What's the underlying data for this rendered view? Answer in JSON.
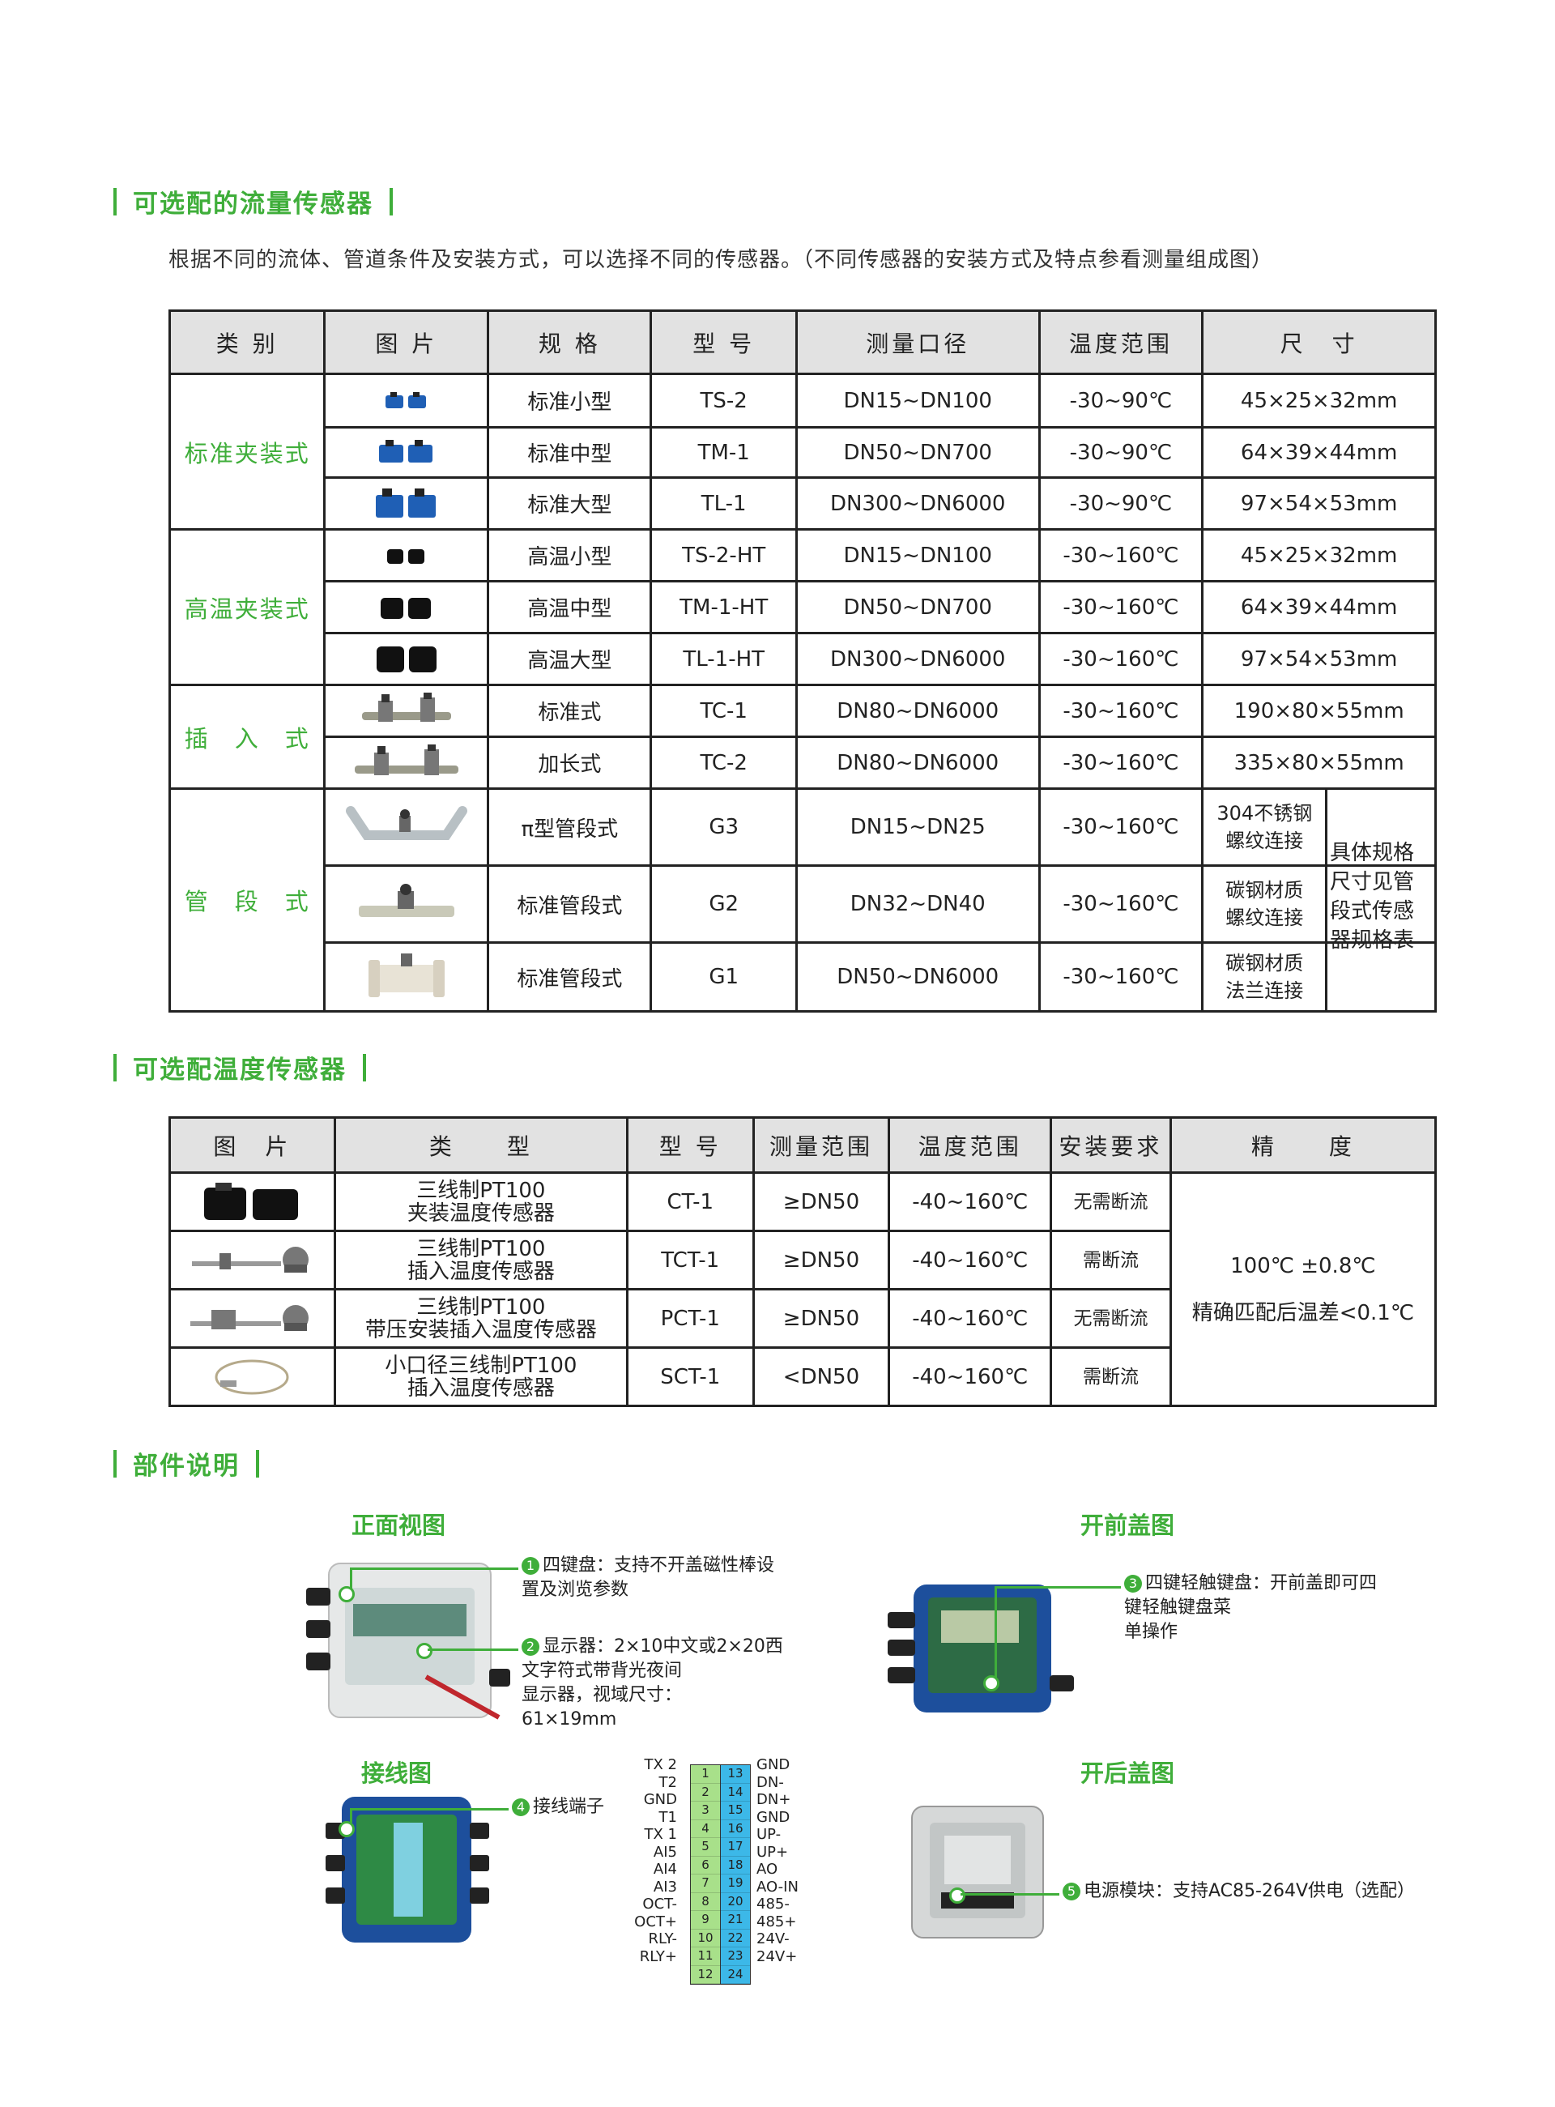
{
  "sections": {
    "flow": "可选配的流量传感器",
    "temp": "可选配温度传感器",
    "parts": "部件说明"
  },
  "intro": "根据不同的流体、管道条件及安装方式，可以选择不同的传感器。（不同传感器的安装方式及特点参看测量组成图）",
  "flow_table": {
    "headers": [
      "类 别",
      "图 片",
      "规 格",
      "型 号",
      "测量口径",
      "温度范围",
      "尺　寸"
    ],
    "categories": [
      "标准夹装式",
      "高温夹装式",
      "插　入　式",
      "管　段　式"
    ],
    "rows": [
      {
        "spec": "标准小型",
        "model": "TS-2",
        "dn": "DN15~DN100",
        "temp": "-30~90℃",
        "size": "45×25×32mm"
      },
      {
        "spec": "标准中型",
        "model": "TM-1",
        "dn": "DN50~DN700",
        "temp": "-30~90℃",
        "size": "64×39×44mm"
      },
      {
        "spec": "标准大型",
        "model": "TL-1",
        "dn": "DN300~DN6000",
        "temp": "-30~90℃",
        "size": "97×54×53mm"
      },
      {
        "spec": "高温小型",
        "model": "TS-2-HT",
        "dn": "DN15~DN100",
        "temp": "-30~160℃",
        "size": "45×25×32mm"
      },
      {
        "spec": "高温中型",
        "model": "TM-1-HT",
        "dn": "DN50~DN700",
        "temp": "-30~160℃",
        "size": "64×39×44mm"
      },
      {
        "spec": "高温大型",
        "model": "TL-1-HT",
        "dn": "DN300~DN6000",
        "temp": "-30~160℃",
        "size": "97×54×53mm"
      },
      {
        "spec": "标准式",
        "model": "TC-1",
        "dn": "DN80~DN6000",
        "temp": "-30~160℃",
        "size": "190×80×55mm"
      },
      {
        "spec": "加长式",
        "model": "TC-2",
        "dn": "DN80~DN6000",
        "temp": "-30~160℃",
        "size": "335×80×55mm"
      },
      {
        "spec": "π型管段式",
        "model": "G3",
        "dn": "DN15~DN25",
        "temp": "-30~160℃",
        "size_a": "304不锈钢\n螺纹连接"
      },
      {
        "spec": "标准管段式",
        "model": "G2",
        "dn": "DN32~DN40",
        "temp": "-30~160℃",
        "size_a": "碳钢材质\n螺纹连接"
      },
      {
        "spec": "标准管段式",
        "model": "G1",
        "dn": "DN50~DN6000",
        "temp": "-30~160℃",
        "size_a": "碳钢材质\n法兰连接"
      }
    ],
    "pipe_note": "具体规格\n尺寸见管\n段式传感\n器规格表"
  },
  "temp_table": {
    "headers": [
      "图　片",
      "类　　型",
      "型 号",
      "测量范围",
      "温度范围",
      "安装要求",
      "精　　度"
    ],
    "rows": [
      {
        "type": "三线制PT100\n夹装温度传感器",
        "model": "CT-1",
        "range": "≥DN50",
        "temp": "-40~160℃",
        "req": "无需断流"
      },
      {
        "type": "三线制PT100\n插入温度传感器",
        "model": "TCT-1",
        "range": "≥DN50",
        "temp": "-40~160℃",
        "req": "需断流"
      },
      {
        "type": "三线制PT100\n带压安装插入温度传感器",
        "model": "PCT-1",
        "range": "≥DN50",
        "temp": "-40~160℃",
        "req": "无需断流"
      },
      {
        "type": "小口径三线制PT100\n插入温度传感器",
        "model": "SCT-1",
        "range": "<DN50",
        "temp": "-40~160℃",
        "req": "需断流"
      }
    ],
    "accuracy": "100℃ ±0.8℃\n精确匹配后温差<0.1℃"
  },
  "parts": {
    "front_title": "正面视图",
    "open_front_title": "开前盖图",
    "wiring_title": "接线图",
    "open_back_title": "开后盖图",
    "c1_num": "1",
    "c1": "四键盘：支持不开盖磁性棒设\n置及浏览参数",
    "c2_num": "2",
    "c2": "显示器：2×10中文或2×20西\n文字符式带背光夜间\n显示器，视域尺寸：\n61×19mm",
    "c3_num": "3",
    "c3": "四键轻触键盘：开前盖即可四\n键轻触键盘菜\n单操作",
    "c4_num": "4",
    "c4": "接线端子",
    "c5_num": "5",
    "c5": "电源模块：支持AC85-264V供电（选配）",
    "pins_left_labels": [
      "TX 2",
      "T2",
      "GND",
      "T1",
      "TX 1",
      "AI5",
      "AI4",
      "AI3",
      "OCT-",
      "OCT+",
      "RLY-",
      "RLY+"
    ],
    "pins_left_nums": [
      "1",
      "2",
      "3",
      "4",
      "5",
      "6",
      "7",
      "8",
      "9",
      "10",
      "11",
      "12"
    ],
    "pins_right_nums": [
      "13",
      "14",
      "15",
      "16",
      "17",
      "18",
      "19",
      "20",
      "21",
      "22",
      "23",
      "24"
    ],
    "pins_right_labels": [
      "GND",
      "DN-",
      "DN+",
      "GND",
      "UP-",
      "UP+",
      "AO",
      "AO-IN",
      "485-",
      "485+",
      "24V-",
      "24V+"
    ]
  },
  "colors": {
    "accent": "#3fae3a",
    "header_bg": "#e2e2e2",
    "pin_green": "#a8e08a",
    "pin_blue": "#3cb8e8"
  }
}
